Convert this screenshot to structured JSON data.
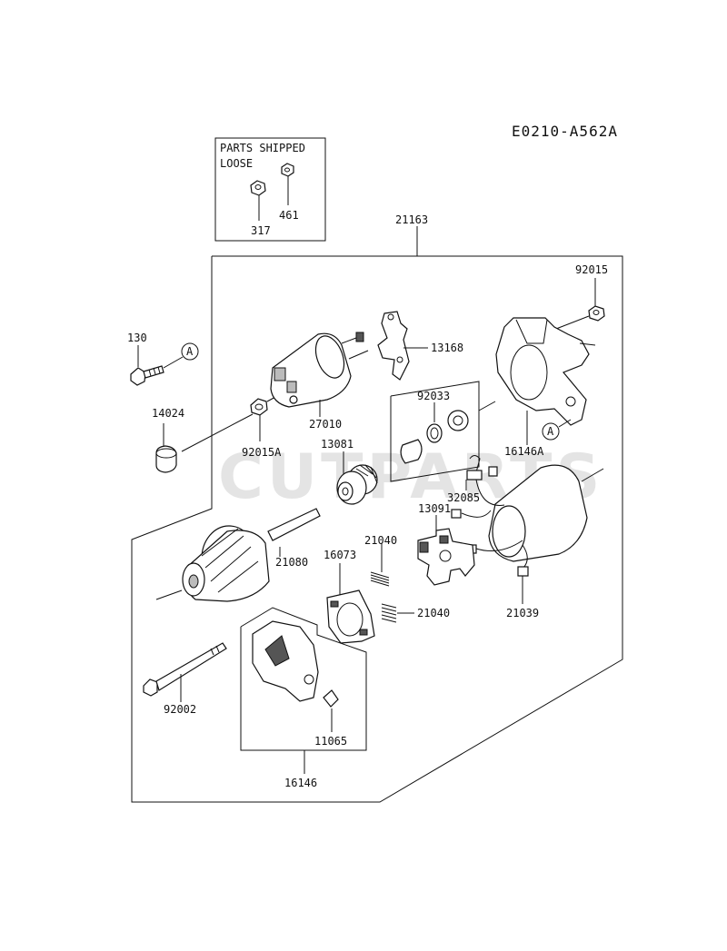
{
  "diagram_code": "E0210-A562A",
  "watermark": "CUTPARTS",
  "loose_box": {
    "title_line1": "PARTS SHIPPED",
    "title_line2": "LOOSE"
  },
  "callouts": {
    "p317": "317",
    "p461": "461",
    "p21163": "21163",
    "p92015": "92015",
    "p130": "130",
    "p14024": "14024",
    "p92015A": "92015A",
    "p27010": "27010",
    "p13168": "13168",
    "p92033": "92033",
    "p13081": "13081",
    "p16146A": "16146A",
    "p32085": "32085",
    "p13091": "13091",
    "p21040a": "21040",
    "p21040b": "21040",
    "p21080": "21080",
    "p16073": "16073",
    "p21039": "21039",
    "p92002": "92002",
    "p11065": "11065",
    "p16146": "16146"
  },
  "reference_marks": {
    "a1": "A",
    "a2": "A"
  }
}
